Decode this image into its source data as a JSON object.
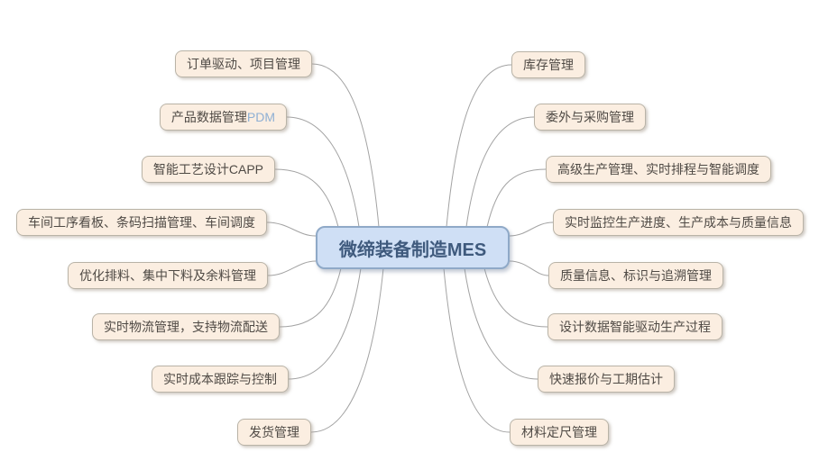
{
  "diagram": {
    "title": "微缔装备制造MES",
    "center": {
      "label": "微缔装备制造MES"
    },
    "left_branches": [
      {
        "label": "订单驱动、项目管理"
      },
      {
        "label": "产品数据管理",
        "suffix": "PDM"
      },
      {
        "label": "智能工艺设计CAPP"
      },
      {
        "label": "车间工序看板、条码扫描管理、车间调度"
      },
      {
        "label": "优化排料、集中下料及余料管理"
      },
      {
        "label": "实时物流管理，支持物流配送"
      },
      {
        "label": "实时成本跟踪与控制"
      },
      {
        "label": "发货管理"
      }
    ],
    "right_branches": [
      {
        "label": "库存管理"
      },
      {
        "label": "委外与采购管理"
      },
      {
        "label": "高级生产管理、实时排程与智能调度"
      },
      {
        "label": "实时监控生产进度、生产成本与质量信息"
      },
      {
        "label": "质量信息、标识与追溯管理"
      },
      {
        "label": "设计数据智能驱动生产过程"
      },
      {
        "label": "快速报价与工期估计"
      },
      {
        "label": "材料定尺管理"
      }
    ]
  },
  "colors": {
    "background": "#ffffff",
    "branch_fill": "#fbeee1",
    "branch_border": "#b9b3a7",
    "branch_text": "#4f4a45",
    "center_fill": "#cfdff5",
    "center_border": "#8fa9c7",
    "center_text": "#3f5a7d",
    "connector_line": "#a3a3a3",
    "suffix_text": "#8fb0d4"
  }
}
